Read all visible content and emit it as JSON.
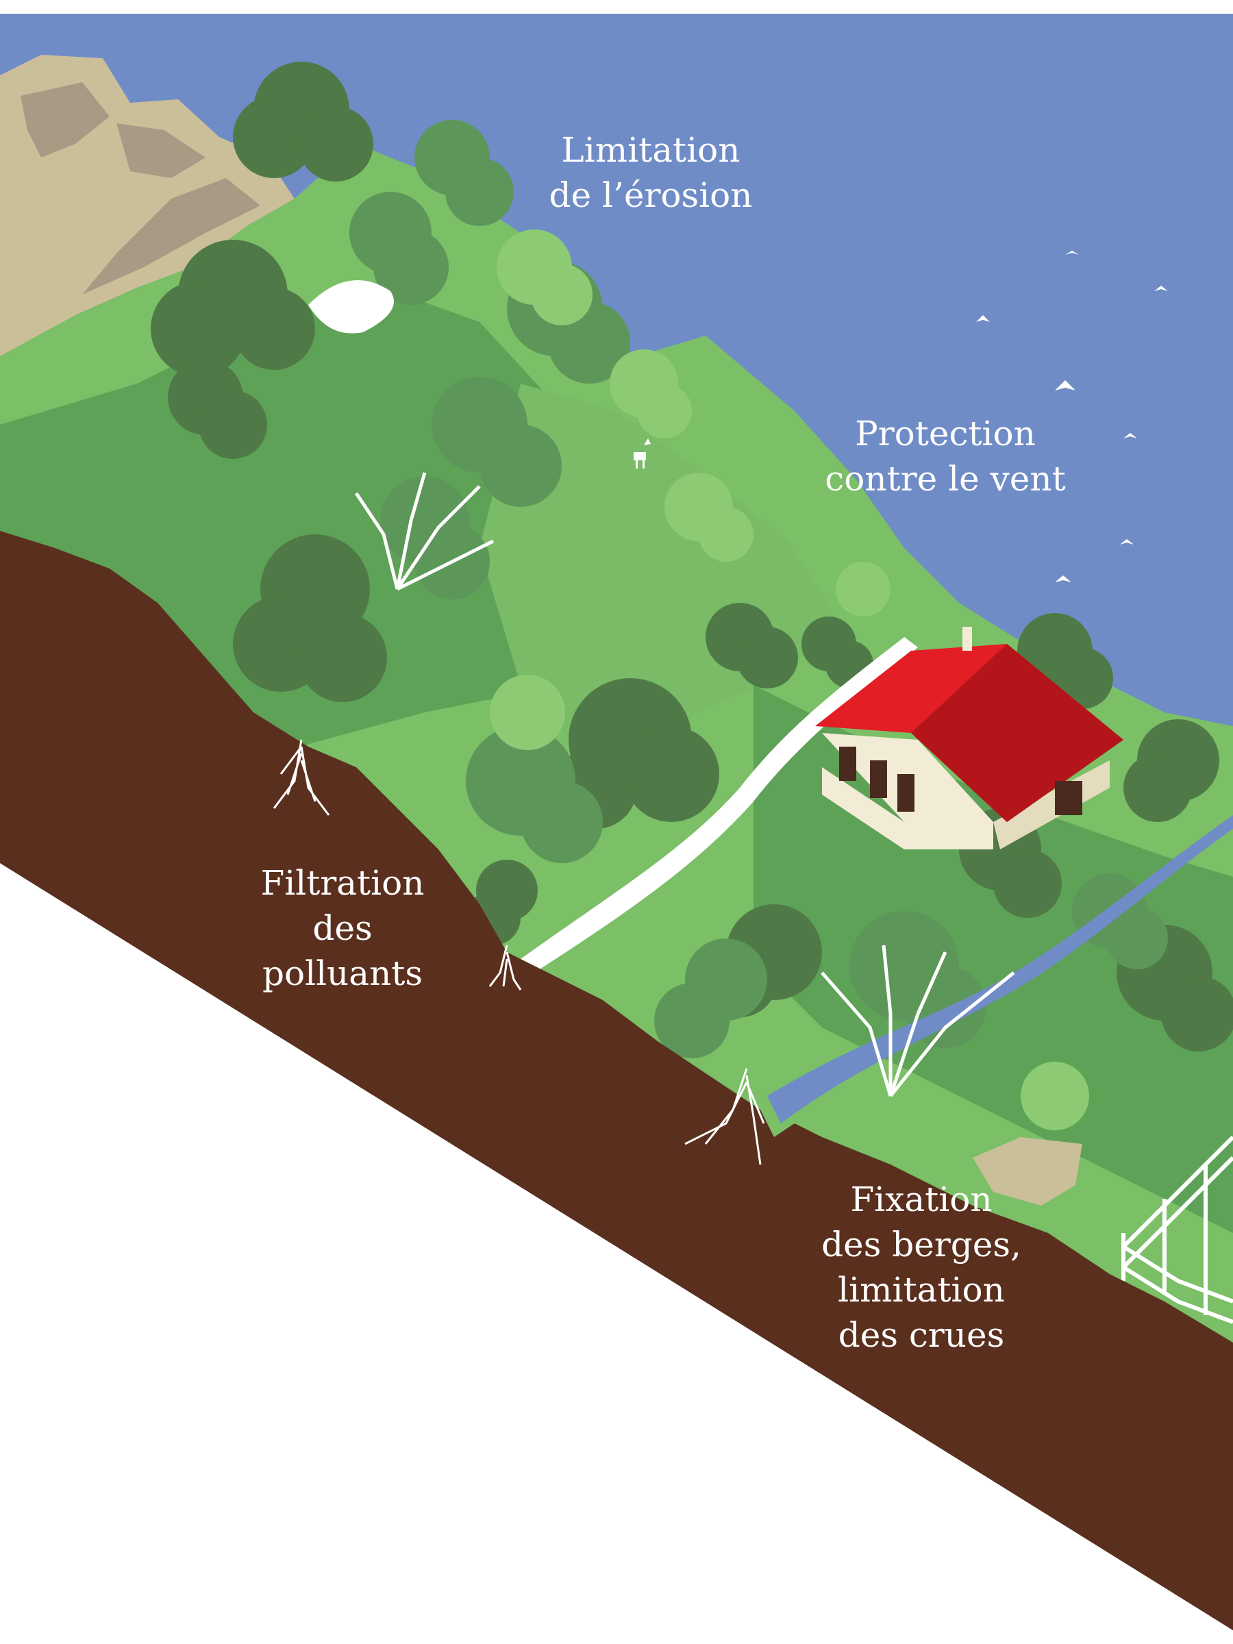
{
  "labels": {
    "erosion": [
      "Limitation",
      "de l’érosion"
    ],
    "wind": [
      "Protection",
      "contre le vent"
    ],
    "filtration": [
      "Filtration",
      "des",
      "polluants"
    ],
    "berges": [
      "Fixation",
      "des berges,",
      "limitation",
      "des crues"
    ]
  },
  "colors": {
    "sky": "#6f8cc7",
    "soil": "#5a2f1e",
    "grass_light": "#7bbf67",
    "grass_mid": "#5ea257",
    "tree_dark": "#4f7a47",
    "tree_mid": "#5d9659",
    "tree_light": "#79bb66",
    "rock_light": "#cbbf9a",
    "rock_dark": "#a89a84",
    "roof_red": "#e31e24",
    "roof_dark_red": "#b3151b",
    "house_wall": "#f2ecd6",
    "river": "#6f8cc7",
    "roots": "#ffffff"
  },
  "icons": [
    "mountain-rock-icon",
    "tree-icon",
    "bird-icon",
    "house-icon",
    "river-icon",
    "fence-icon",
    "roots-icon",
    "deer-icon"
  ]
}
